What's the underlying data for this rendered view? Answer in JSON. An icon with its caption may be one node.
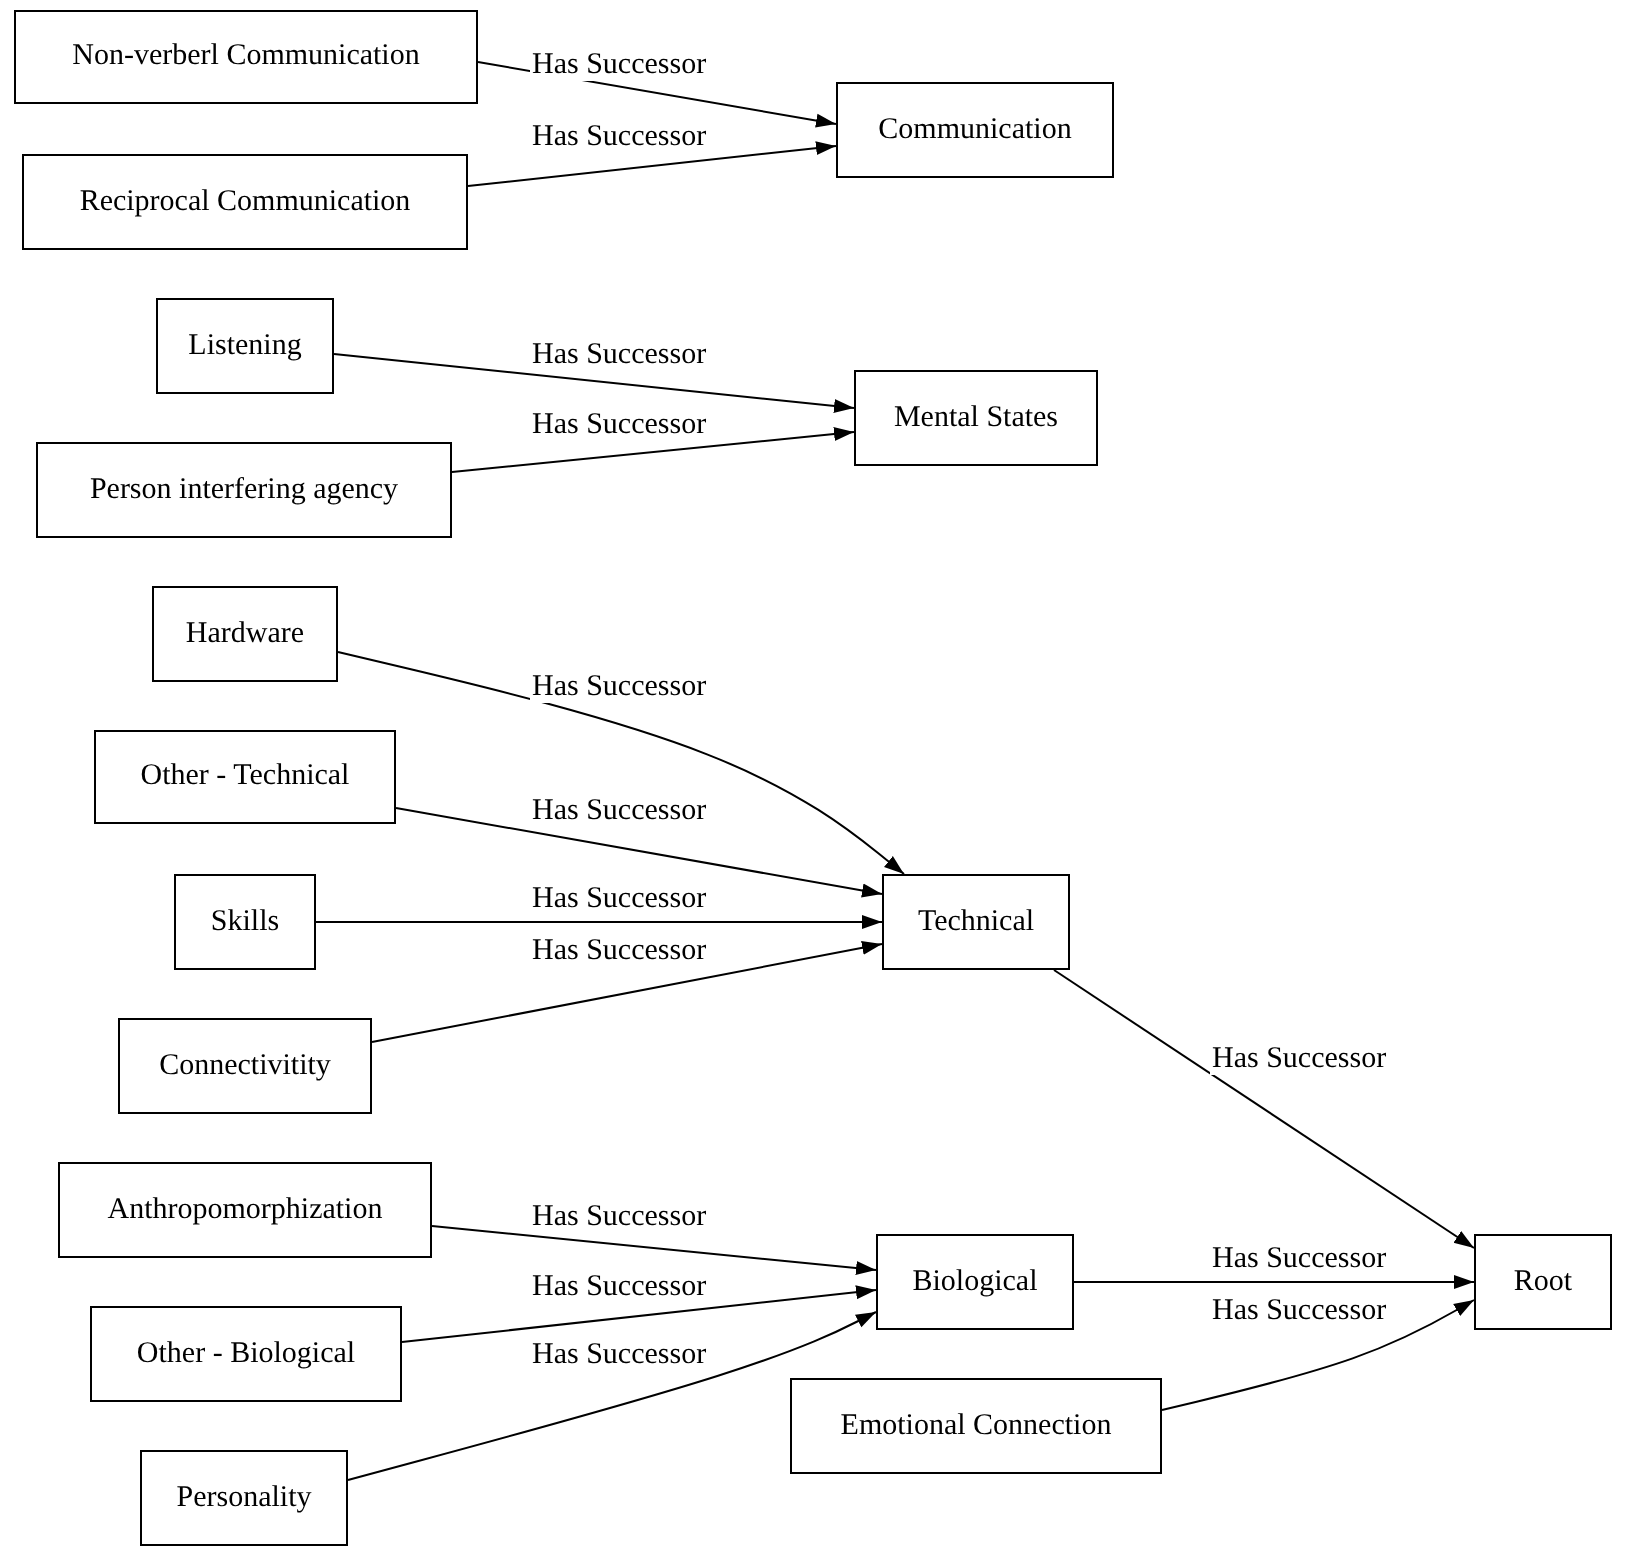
{
  "diagram": {
    "nodes": [
      {
        "text": [
          "Non-verberl Communication"
        ]
      },
      {
        "text": [
          "Reciprocal Communication"
        ]
      },
      {
        "text": [
          "Communication"
        ]
      },
      {
        "text": [
          "Listening"
        ]
      },
      {
        "text": [
          "Person interfering agency"
        ]
      },
      {
        "text": [
          "Mental States"
        ]
      },
      {
        "text": [
          "Hardware"
        ]
      },
      {
        "text": [
          "Other - Technical"
        ]
      },
      {
        "text": [
          "Skills"
        ]
      },
      {
        "text": [
          "Connectivitity"
        ]
      },
      {
        "text": [
          "Technical"
        ]
      },
      {
        "text": [
          "Anthropomorphization"
        ]
      },
      {
        "text": [
          "Other - Biological"
        ]
      },
      {
        "text": [
          "Personality"
        ]
      },
      {
        "text": [
          "Biological"
        ]
      },
      {
        "text": [
          "Emotional Connection"
        ]
      },
      {
        "text": [
          "Root"
        ]
      }
    ],
    "edges": [
      {
        "from": 0,
        "to": 2,
        "arrow": "to",
        "label": "Has Successor"
      },
      {
        "from": 1,
        "to": 2,
        "arrow": "to",
        "label": "Has Successor"
      },
      {
        "from": 3,
        "to": 5,
        "arrow": "to",
        "label": "Has Successor"
      },
      {
        "from": 4,
        "to": 5,
        "arrow": "to",
        "label": "Has Successor"
      },
      {
        "from": 6,
        "to": 10,
        "arrow": "to",
        "label": "Has Successor"
      },
      {
        "from": 7,
        "to": 10,
        "arrow": "to",
        "label": "Has Successor"
      },
      {
        "from": 8,
        "to": 10,
        "arrow": "to",
        "label": "Has Successor"
      },
      {
        "from": 9,
        "to": 10,
        "arrow": "to",
        "label": "Has Successor"
      },
      {
        "from": 10,
        "to": 16,
        "arrow": "to",
        "label": "Has Successor"
      },
      {
        "from": 11,
        "to": 14,
        "arrow": "to",
        "label": "Has Successor"
      },
      {
        "from": 12,
        "to": 14,
        "arrow": "to",
        "label": "Has Successor"
      },
      {
        "from": 13,
        "to": 14,
        "arrow": "to",
        "label": "Has Successor"
      },
      {
        "from": 14,
        "to": 16,
        "arrow": "to",
        "label": "Has Successor"
      },
      {
        "from": 15,
        "to": 16,
        "arrow": "to",
        "label": "Has Successor"
      }
    ]
  }
}
